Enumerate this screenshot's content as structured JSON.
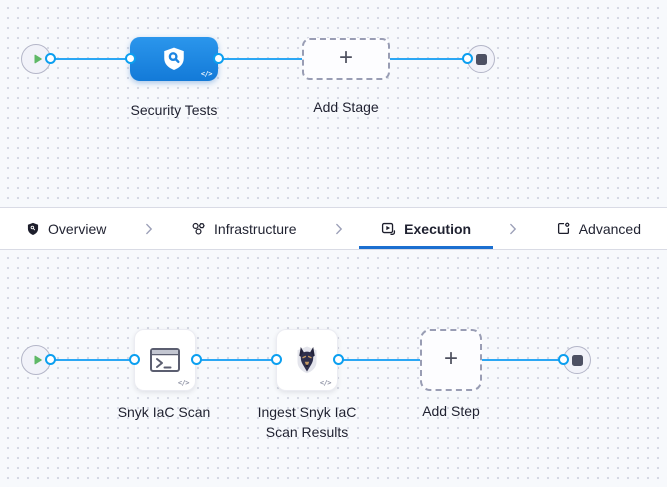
{
  "stage_canvas": {
    "stage": {
      "label": "Security Tests",
      "icon": "security-shield-icon"
    },
    "add_stage": {
      "label": "Add Stage"
    }
  },
  "tabs": {
    "items": [
      {
        "label": "Overview",
        "icon": "shield-icon",
        "active": false
      },
      {
        "label": "Infrastructure",
        "icon": "infrastructure-icon",
        "active": false
      },
      {
        "label": "Execution",
        "icon": "execution-icon",
        "active": true
      },
      {
        "label": "Advanced",
        "icon": "advanced-icon",
        "active": false
      }
    ]
  },
  "step_canvas": {
    "steps": [
      {
        "label": "Snyk IaC Scan",
        "icon": "terminal-icon"
      },
      {
        "label": "Ingest Snyk IaC Scan Results",
        "icon": "snyk-doberman-icon"
      }
    ],
    "add_step": {
      "label": "Add Step"
    }
  },
  "glyphs": {
    "plus": "+",
    "code_badge": "</>"
  },
  "colors": {
    "canvas_bg": "#f7f9fc",
    "dot_color": "#d3d6e2",
    "line_blue": "#2ba7f4",
    "connector_blue": "#0b9ff0",
    "node_blue_1": "#2b96ec",
    "node_blue_2": "#137ad8",
    "node_fill": "#f1f2f9",
    "circle_border": "#b4b6c8",
    "stop_slate": "#4d5063",
    "dashed_gray": "#999db4",
    "card_border": "#ebecf2",
    "badge_gray": "#8e92a4",
    "text_dark": "#1f2130",
    "underline_blue": "#1b6fd0",
    "tabbar_border": "#d9dbe5",
    "play_green": "#5fb866"
  }
}
